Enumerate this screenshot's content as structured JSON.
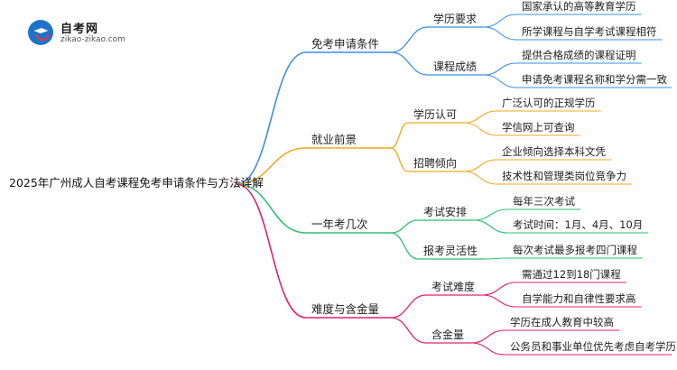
{
  "logo": {
    "icon": "graduation-cap-icon",
    "title": "自考网",
    "domain": "zikao-zikao.com"
  },
  "root": "2025年广州成人自考课程免考申请条件与方法详解",
  "branches": [
    {
      "label": "免考申请条件",
      "color": "#3b8ee0",
      "children": [
        {
          "label": "学历要求",
          "leaves": [
            "国家承认的高等教育学历",
            "所学课程与自学考试课程相符"
          ]
        },
        {
          "label": "课程成绩",
          "leaves": [
            "提供合格成绩的课程证明",
            "申请免考课程名称和学分需一致"
          ]
        }
      ]
    },
    {
      "label": "就业前景",
      "color": "#f0a81c",
      "children": [
        {
          "label": "学历认可",
          "leaves": [
            "广泛认可的正规学历",
            "学信网上可查询"
          ]
        },
        {
          "label": "招聘倾向",
          "leaves": [
            "企业倾向选择本科文凭",
            "技术性和管理类岗位竞争力"
          ]
        }
      ]
    },
    {
      "label": "一年考几次",
      "color": "#2fbf71",
      "children": [
        {
          "label": "考试安排",
          "leaves": [
            "每年三次考试",
            "考试时间：1月、4月、10月"
          ]
        },
        {
          "label": "报考灵活性",
          "leaves": [
            "每次考试最多报考四门课程"
          ]
        }
      ]
    },
    {
      "label": "难度与含金量",
      "color": "#e3206e",
      "children": [
        {
          "label": "考试难度",
          "leaves": [
            "需通过12到18门课程",
            "自学能力和自律性要求高"
          ]
        },
        {
          "label": "含金量",
          "leaves": [
            "学历在成人教育中较高",
            "公务员和事业单位优先考虑自考学历"
          ]
        }
      ]
    }
  ]
}
